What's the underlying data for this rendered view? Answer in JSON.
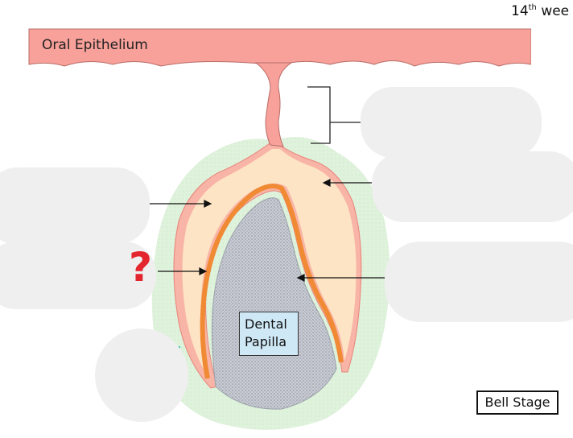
{
  "header": {
    "week_number": "14",
    "week_suffix": "th",
    "week_word": "wee"
  },
  "labels": {
    "oral_epithelium": "Oral Epithelium",
    "dental_papilla_line1": "Dental",
    "dental_papilla_line2": "Papilla",
    "stage": "Bell Stage",
    "question_mark": "?"
  },
  "colors": {
    "oral_epithelium": "#f8a09a",
    "enamel_organ": "#fde4c4",
    "dental_follicle": "#dcf0d9",
    "inner_epithelium": "#f08a35",
    "dental_papilla": "#bfc4ce",
    "papilla_label_bg": "#cfe8f6",
    "question_mark": "#e3262d",
    "redaction": "#efefef",
    "teal_marker": "#3ec8b4"
  }
}
